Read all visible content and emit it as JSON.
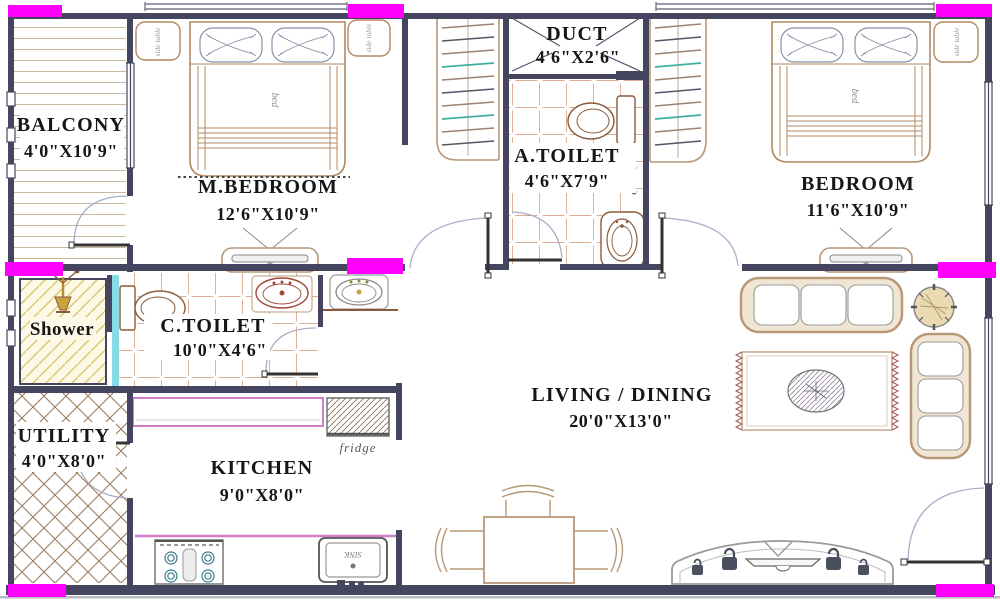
{
  "rooms": [
    {
      "id": "balcony",
      "name": "BALCONY",
      "dims": "4'0\"X10'9\""
    },
    {
      "id": "m-bedroom",
      "name": "M.BEDROOM",
      "dims": "12'6\"X10'9\""
    },
    {
      "id": "duct",
      "name": "DUCT",
      "dims": "4'6\"X2'6\""
    },
    {
      "id": "a-toilet",
      "name": "A.TOILET",
      "dims": "4'6\"X7'9\""
    },
    {
      "id": "bedroom",
      "name": "BEDROOM",
      "dims": "11'6\"X10'9\""
    },
    {
      "id": "shower",
      "name": "Shower",
      "dims": ""
    },
    {
      "id": "c-toilet",
      "name": "C.TOILET",
      "dims": "10'0\"X4'6\""
    },
    {
      "id": "utility",
      "name": "UTILITY",
      "dims": "4'0\"X8'0\""
    },
    {
      "id": "kitchen",
      "name": "KITCHEN",
      "dims": "9'0\"X8'0\""
    },
    {
      "id": "living-dining",
      "name": "LIVING / DINING",
      "dims": "20'0\"X13'0\""
    }
  ],
  "furniture_labels": {
    "bed": "bed",
    "side_table": "side table",
    "fridge": "fridge",
    "sink": "SINK"
  },
  "colors": {
    "wall": "#45455f",
    "column_marker": "#ff00ff",
    "tile_line": "#c87c50",
    "furniture_outline": "#b99878",
    "counter_edge": "#cf7fca",
    "shower_hatch": "#d9c66e",
    "glass_partition": "#86dce4",
    "fixture_outline": "#8a5a3a",
    "teal_accent": "#3fae9e"
  }
}
